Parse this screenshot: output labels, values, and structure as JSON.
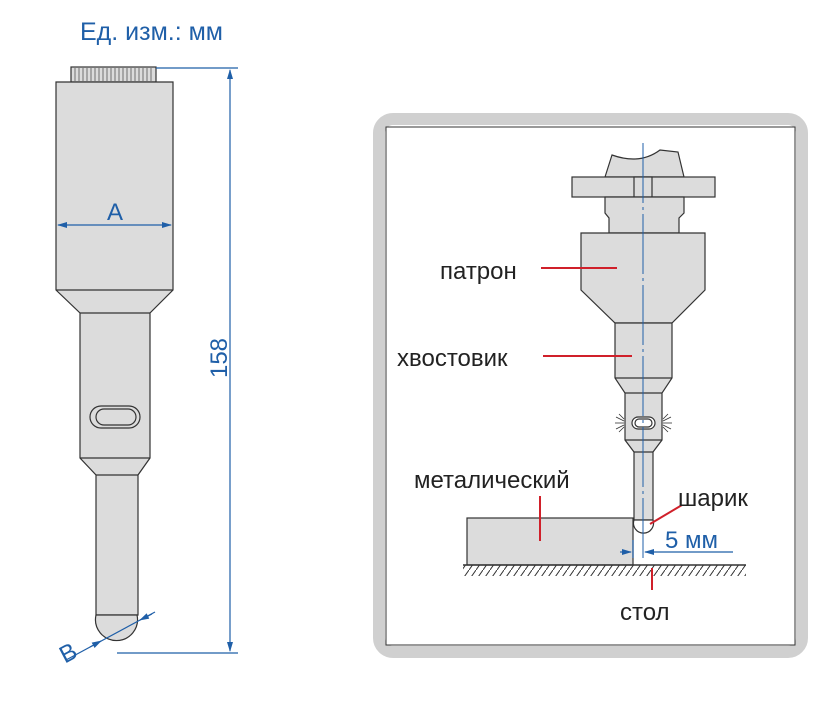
{
  "units_label": "Ед. изм.: мм",
  "dimensions": {
    "length": "158",
    "body_width": "A",
    "ball_diameter": "B"
  },
  "usage": {
    "chuck": "патрон",
    "shank": "хвостовик",
    "metal_workpiece": "металический",
    "ball": "шарик",
    "offset": "5 мм",
    "table": "стол"
  },
  "colors": {
    "dimension": "#1f5fa8",
    "leader": "#d0202a",
    "body": "#dcdcdc"
  }
}
